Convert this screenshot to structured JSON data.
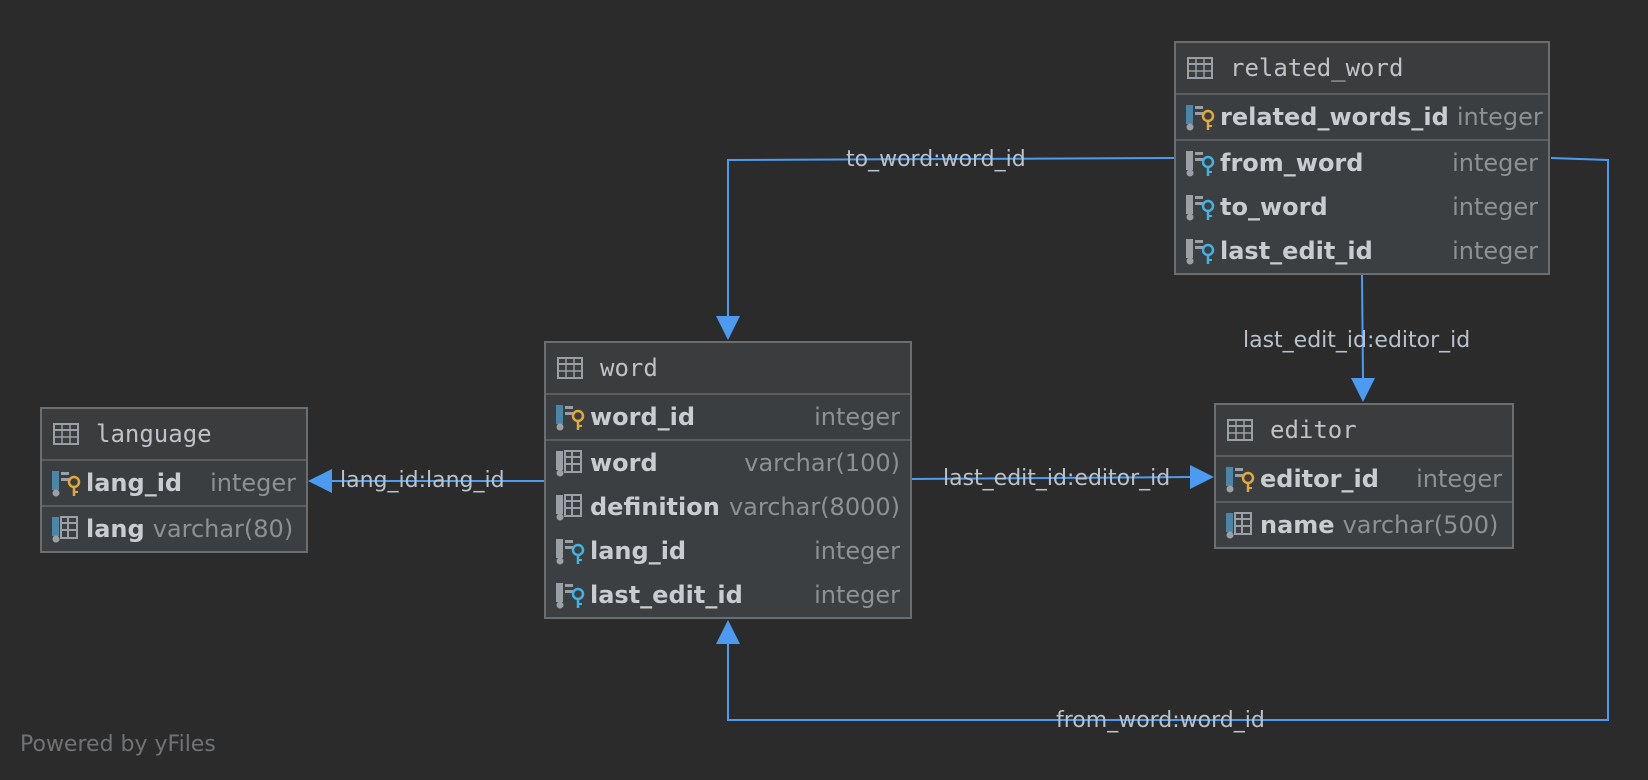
{
  "colors": {
    "background": "#2b2b2b",
    "edge": "#4d9bf0",
    "pk_key": "#e0a93a",
    "fk_key": "#43b2e0"
  },
  "tables": {
    "language": {
      "title": "language",
      "columns": [
        {
          "name": "lang_id",
          "type": "integer",
          "icon": "primary-key-icon"
        },
        {
          "name": "lang",
          "type": "varchar(80)",
          "icon": "column-icon"
        }
      ]
    },
    "word": {
      "title": "word",
      "columns": [
        {
          "name": "word_id",
          "type": "integer",
          "icon": "primary-key-icon"
        },
        {
          "name": "word",
          "type": "varchar(100)",
          "icon": "column-icon"
        },
        {
          "name": "definition",
          "type": "varchar(8000)",
          "icon": "column-icon"
        },
        {
          "name": "lang_id",
          "type": "integer",
          "icon": "foreign-key-icon"
        },
        {
          "name": "last_edit_id",
          "type": "integer",
          "icon": "foreign-key-icon"
        }
      ]
    },
    "related_word": {
      "title": "related_word",
      "columns": [
        {
          "name": "related_words_id",
          "type": "integer",
          "icon": "primary-key-icon"
        },
        {
          "name": "from_word",
          "type": "integer",
          "icon": "foreign-key-icon"
        },
        {
          "name": "to_word",
          "type": "integer",
          "icon": "foreign-key-icon"
        },
        {
          "name": "last_edit_id",
          "type": "integer",
          "icon": "foreign-key-icon"
        }
      ]
    },
    "editor": {
      "title": "editor",
      "columns": [
        {
          "name": "editor_id",
          "type": "integer",
          "icon": "primary-key-icon"
        },
        {
          "name": "name",
          "type": "varchar(500)",
          "icon": "column-icon"
        }
      ]
    }
  },
  "edges": {
    "word_language": "lang_id:lang_id",
    "word_editor": "last_edit_id:editor_id",
    "related_to_word": "to_word:word_id",
    "related_editor": "last_edit_id:editor_id",
    "related_from_word": "from_word:word_id"
  },
  "footer": "Powered by yFiles"
}
